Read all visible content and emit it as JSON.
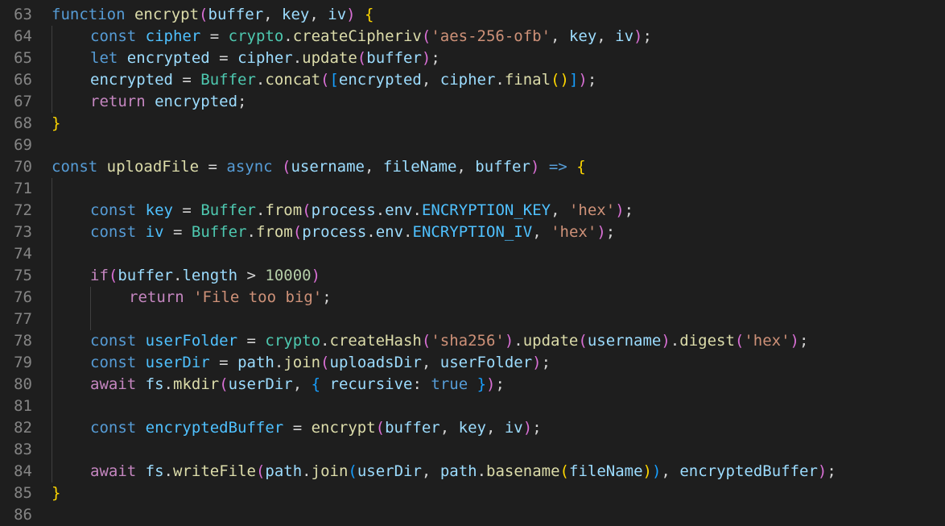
{
  "editor": {
    "lines": [
      {
        "num": "63",
        "indent": 0,
        "tokens": [
          [
            "kw",
            "function"
          ],
          [
            "punc",
            " "
          ],
          [
            "fn",
            "encrypt"
          ],
          [
            "b2",
            "("
          ],
          [
            "var",
            "buffer"
          ],
          [
            "punc",
            ", "
          ],
          [
            "var",
            "key"
          ],
          [
            "punc",
            ", "
          ],
          [
            "var",
            "iv"
          ],
          [
            "b2",
            ")"
          ],
          [
            "punc",
            " "
          ],
          [
            "b1",
            "{"
          ]
        ]
      },
      {
        "num": "64",
        "indent": 1,
        "tokens": [
          [
            "kw",
            "const"
          ],
          [
            "punc",
            " "
          ],
          [
            "const",
            "cipher"
          ],
          [
            "op",
            " = "
          ],
          [
            "cls",
            "crypto"
          ],
          [
            "punc",
            "."
          ],
          [
            "fn",
            "createCipheriv"
          ],
          [
            "b2",
            "("
          ],
          [
            "str",
            "'aes-256-ofb'"
          ],
          [
            "punc",
            ", "
          ],
          [
            "var",
            "key"
          ],
          [
            "punc",
            ", "
          ],
          [
            "var",
            "iv"
          ],
          [
            "b2",
            ")"
          ],
          [
            "punc",
            ";"
          ]
        ]
      },
      {
        "num": "65",
        "indent": 1,
        "tokens": [
          [
            "kw",
            "let"
          ],
          [
            "punc",
            " "
          ],
          [
            "var",
            "encrypted"
          ],
          [
            "op",
            " = "
          ],
          [
            "var",
            "cipher"
          ],
          [
            "punc",
            "."
          ],
          [
            "fn",
            "update"
          ],
          [
            "b2",
            "("
          ],
          [
            "var",
            "buffer"
          ],
          [
            "b2",
            ")"
          ],
          [
            "punc",
            ";"
          ]
        ]
      },
      {
        "num": "66",
        "indent": 1,
        "tokens": [
          [
            "var",
            "encrypted"
          ],
          [
            "op",
            " = "
          ],
          [
            "cls",
            "Buffer"
          ],
          [
            "punc",
            "."
          ],
          [
            "fn",
            "concat"
          ],
          [
            "b2",
            "("
          ],
          [
            "b3",
            "["
          ],
          [
            "var",
            "encrypted"
          ],
          [
            "punc",
            ", "
          ],
          [
            "var",
            "cipher"
          ],
          [
            "punc",
            "."
          ],
          [
            "fn",
            "final"
          ],
          [
            "b1",
            "()"
          ],
          [
            "b3",
            "]"
          ],
          [
            "b2",
            ")"
          ],
          [
            "punc",
            ";"
          ]
        ]
      },
      {
        "num": "67",
        "indent": 1,
        "tokens": [
          [
            "ctrl",
            "return"
          ],
          [
            "punc",
            " "
          ],
          [
            "var",
            "encrypted"
          ],
          [
            "punc",
            ";"
          ]
        ]
      },
      {
        "num": "68",
        "indent": 0,
        "tokens": [
          [
            "b1",
            "}"
          ]
        ]
      },
      {
        "num": "69",
        "indent": 0,
        "tokens": []
      },
      {
        "num": "70",
        "indent": 0,
        "tokens": [
          [
            "kw",
            "const"
          ],
          [
            "punc",
            " "
          ],
          [
            "fn",
            "uploadFile"
          ],
          [
            "op",
            " = "
          ],
          [
            "kw",
            "async"
          ],
          [
            "punc",
            " "
          ],
          [
            "b2",
            "("
          ],
          [
            "var",
            "username"
          ],
          [
            "punc",
            ", "
          ],
          [
            "var",
            "fileName"
          ],
          [
            "punc",
            ", "
          ],
          [
            "var",
            "buffer"
          ],
          [
            "b2",
            ")"
          ],
          [
            "punc",
            " "
          ],
          [
            "kw",
            "=>"
          ],
          [
            "punc",
            " "
          ],
          [
            "b1",
            "{"
          ]
        ]
      },
      {
        "num": "71",
        "indent": 1,
        "tokens": []
      },
      {
        "num": "72",
        "indent": 1,
        "tokens": [
          [
            "kw",
            "const"
          ],
          [
            "punc",
            " "
          ],
          [
            "const",
            "key"
          ],
          [
            "op",
            " = "
          ],
          [
            "cls",
            "Buffer"
          ],
          [
            "punc",
            "."
          ],
          [
            "fn",
            "from"
          ],
          [
            "b2",
            "("
          ],
          [
            "var",
            "process"
          ],
          [
            "punc",
            "."
          ],
          [
            "var",
            "env"
          ],
          [
            "punc",
            "."
          ],
          [
            "const",
            "ENCRYPTION_KEY"
          ],
          [
            "punc",
            ", "
          ],
          [
            "str",
            "'hex'"
          ],
          [
            "b2",
            ")"
          ],
          [
            "punc",
            ";"
          ]
        ]
      },
      {
        "num": "73",
        "indent": 1,
        "tokens": [
          [
            "kw",
            "const"
          ],
          [
            "punc",
            " "
          ],
          [
            "const",
            "iv"
          ],
          [
            "op",
            " = "
          ],
          [
            "cls",
            "Buffer"
          ],
          [
            "punc",
            "."
          ],
          [
            "fn",
            "from"
          ],
          [
            "b2",
            "("
          ],
          [
            "var",
            "process"
          ],
          [
            "punc",
            "."
          ],
          [
            "var",
            "env"
          ],
          [
            "punc",
            "."
          ],
          [
            "const",
            "ENCRYPTION_IV"
          ],
          [
            "punc",
            ", "
          ],
          [
            "str",
            "'hex'"
          ],
          [
            "b2",
            ")"
          ],
          [
            "punc",
            ";"
          ]
        ]
      },
      {
        "num": "74",
        "indent": 1,
        "tokens": []
      },
      {
        "num": "75",
        "indent": 1,
        "tokens": [
          [
            "ctrl",
            "if"
          ],
          [
            "b2",
            "("
          ],
          [
            "var",
            "buffer"
          ],
          [
            "punc",
            "."
          ],
          [
            "var",
            "length"
          ],
          [
            "op",
            " > "
          ],
          [
            "num",
            "10000"
          ],
          [
            "b2",
            ")"
          ]
        ]
      },
      {
        "num": "76",
        "indent": 2,
        "tokens": [
          [
            "ctrl",
            "return"
          ],
          [
            "punc",
            " "
          ],
          [
            "str",
            "'File too big'"
          ],
          [
            "punc",
            ";"
          ]
        ]
      },
      {
        "num": "77",
        "indent": 2,
        "tokens": []
      },
      {
        "num": "78",
        "indent": 1,
        "tokens": [
          [
            "kw",
            "const"
          ],
          [
            "punc",
            " "
          ],
          [
            "const",
            "userFolder"
          ],
          [
            "op",
            " = "
          ],
          [
            "cls",
            "crypto"
          ],
          [
            "punc",
            "."
          ],
          [
            "fn",
            "createHash"
          ],
          [
            "b2",
            "("
          ],
          [
            "str",
            "'sha256'"
          ],
          [
            "b2",
            ")"
          ],
          [
            "punc",
            "."
          ],
          [
            "fn",
            "update"
          ],
          [
            "b2",
            "("
          ],
          [
            "var",
            "username"
          ],
          [
            "b2",
            ")"
          ],
          [
            "punc",
            "."
          ],
          [
            "fn",
            "digest"
          ],
          [
            "b2",
            "("
          ],
          [
            "str",
            "'hex'"
          ],
          [
            "b2",
            ")"
          ],
          [
            "punc",
            ";"
          ]
        ]
      },
      {
        "num": "79",
        "indent": 1,
        "tokens": [
          [
            "kw",
            "const"
          ],
          [
            "punc",
            " "
          ],
          [
            "const",
            "userDir"
          ],
          [
            "op",
            " = "
          ],
          [
            "var",
            "path"
          ],
          [
            "punc",
            "."
          ],
          [
            "fn",
            "join"
          ],
          [
            "b2",
            "("
          ],
          [
            "var",
            "uploadsDir"
          ],
          [
            "punc",
            ", "
          ],
          [
            "var",
            "userFolder"
          ],
          [
            "b2",
            ")"
          ],
          [
            "punc",
            ";"
          ]
        ]
      },
      {
        "num": "80",
        "indent": 1,
        "tokens": [
          [
            "ctrl",
            "await"
          ],
          [
            "punc",
            " "
          ],
          [
            "var",
            "fs"
          ],
          [
            "punc",
            "."
          ],
          [
            "fn",
            "mkdir"
          ],
          [
            "b2",
            "("
          ],
          [
            "var",
            "userDir"
          ],
          [
            "punc",
            ", "
          ],
          [
            "b3",
            "{"
          ],
          [
            "punc",
            " "
          ],
          [
            "var",
            "recursive"
          ],
          [
            "punc",
            ": "
          ],
          [
            "kw",
            "true"
          ],
          [
            "punc",
            " "
          ],
          [
            "b3",
            "}"
          ],
          [
            "b2",
            ")"
          ],
          [
            "punc",
            ";"
          ]
        ]
      },
      {
        "num": "81",
        "indent": 1,
        "tokens": []
      },
      {
        "num": "82",
        "indent": 1,
        "tokens": [
          [
            "kw",
            "const"
          ],
          [
            "punc",
            " "
          ],
          [
            "const",
            "encryptedBuffer"
          ],
          [
            "op",
            " = "
          ],
          [
            "fn",
            "encrypt"
          ],
          [
            "b2",
            "("
          ],
          [
            "var",
            "buffer"
          ],
          [
            "punc",
            ", "
          ],
          [
            "var",
            "key"
          ],
          [
            "punc",
            ", "
          ],
          [
            "var",
            "iv"
          ],
          [
            "b2",
            ")"
          ],
          [
            "punc",
            ";"
          ]
        ]
      },
      {
        "num": "83",
        "indent": 1,
        "tokens": []
      },
      {
        "num": "84",
        "indent": 1,
        "tokens": [
          [
            "ctrl",
            "await"
          ],
          [
            "punc",
            " "
          ],
          [
            "var",
            "fs"
          ],
          [
            "punc",
            "."
          ],
          [
            "fn",
            "writeFile"
          ],
          [
            "b2",
            "("
          ],
          [
            "var",
            "path"
          ],
          [
            "punc",
            "."
          ],
          [
            "fn",
            "join"
          ],
          [
            "b3",
            "("
          ],
          [
            "var",
            "userDir"
          ],
          [
            "punc",
            ", "
          ],
          [
            "var",
            "path"
          ],
          [
            "punc",
            "."
          ],
          [
            "fn",
            "basename"
          ],
          [
            "b1",
            "("
          ],
          [
            "var",
            "fileName"
          ],
          [
            "b1",
            ")"
          ],
          [
            "b3",
            ")"
          ],
          [
            "punc",
            ", "
          ],
          [
            "var",
            "encryptedBuffer"
          ],
          [
            "b2",
            ")"
          ],
          [
            "punc",
            ";"
          ]
        ]
      },
      {
        "num": "85",
        "indent": 0,
        "tokens": [
          [
            "b1",
            "}"
          ]
        ]
      },
      {
        "num": "86",
        "indent": 0,
        "tokens": []
      }
    ]
  }
}
